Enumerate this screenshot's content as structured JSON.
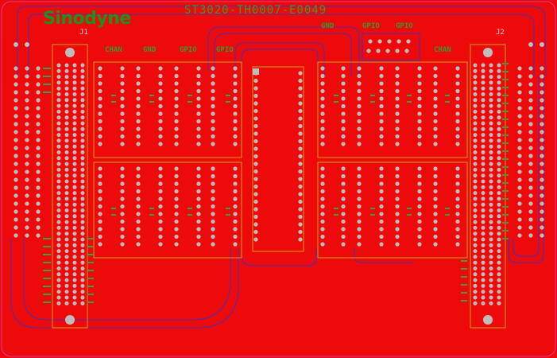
{
  "board": {
    "title": "ST3020-TH0007-E0049",
    "brand": "Sinodyne",
    "connector_left_ref": "J1",
    "connector_right_ref": "J2"
  },
  "groups": {
    "g1": "CHAN",
    "g2": "GND",
    "g3": "GPIO",
    "g4": "GPIO",
    "g5": "GND",
    "g6": "GPIO",
    "g7": "GPIO",
    "g8": "CHAN"
  },
  "colors": {
    "board": "#ee0a0a",
    "trace": "#4b2fb5",
    "silkscreen": "#2e9d2e",
    "pad": "#bdbdbd",
    "outline": "#c9a017",
    "keepout": "#d23c9c"
  }
}
